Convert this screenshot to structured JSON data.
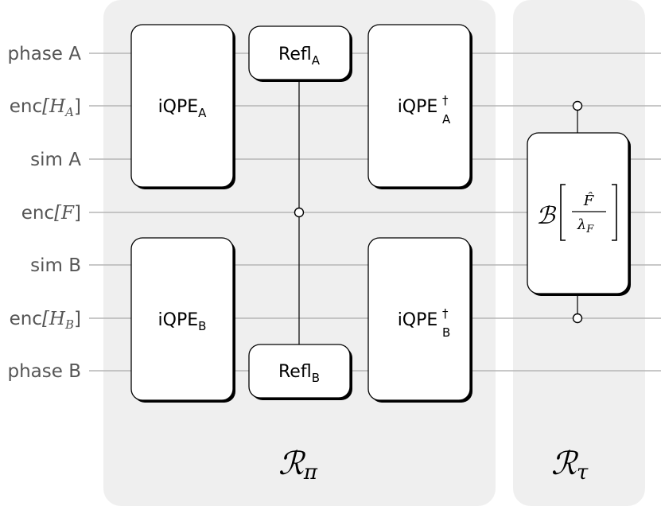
{
  "wires": [
    {
      "id": "phase-a",
      "pre": "phase A",
      "math": "",
      "post": ""
    },
    {
      "id": "enc-ha",
      "pre": "enc",
      "math": "[H",
      "sub": "A",
      "post": "]"
    },
    {
      "id": "sim-a",
      "pre": "sim A",
      "math": "",
      "post": ""
    },
    {
      "id": "enc-f",
      "pre": "enc",
      "math": "[F",
      "sub": "",
      "post": "]"
    },
    {
      "id": "sim-b",
      "pre": "sim B",
      "math": "",
      "post": ""
    },
    {
      "id": "enc-hb",
      "pre": "enc",
      "math": "[H",
      "sub": "B",
      "post": "]"
    },
    {
      "id": "phase-b",
      "pre": "phase B",
      "math": "",
      "post": ""
    }
  ],
  "gates": {
    "iqpe_a": {
      "main": "iQPE",
      "sub": "A",
      "sup": ""
    },
    "iqpe_b": {
      "main": "iQPE",
      "sub": "B",
      "sup": ""
    },
    "refl_a": {
      "main": "Refl",
      "sub": "A",
      "sup": ""
    },
    "refl_b": {
      "main": "Refl",
      "sub": "B",
      "sup": ""
    },
    "iqpe_a_dag": {
      "main": "iQPE",
      "sub": "A",
      "sup": "†"
    },
    "iqpe_b_dag": {
      "main": "iQPE",
      "sub": "B",
      "sup": "†"
    },
    "block_encoding": {
      "script": "ℬ",
      "num": "F̂",
      "den_main": "λ",
      "den_sub": "F"
    }
  },
  "regions": {
    "pi": {
      "script": "ℛ",
      "sub": "π"
    },
    "tau": {
      "script": "ℛ",
      "sub": "τ"
    }
  },
  "colors": {
    "panel": "#efefef",
    "wire": "#b5b5b5",
    "gate_border": "#000000"
  }
}
